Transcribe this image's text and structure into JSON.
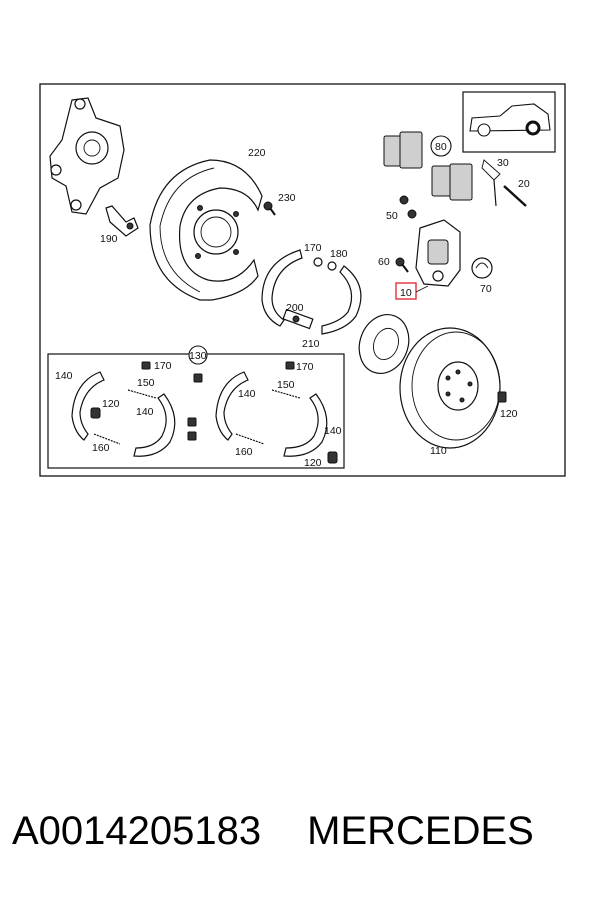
{
  "callouts": {
    "c10": "10",
    "c20": "20",
    "c30": "30",
    "c50": "50",
    "c60": "60",
    "c70": "70",
    "c80": "80",
    "c110": "110",
    "c120a": "120",
    "c120b": "120",
    "c120c": "120",
    "c130": "130",
    "c140a": "140",
    "c140b": "140",
    "c140c": "140",
    "c140d": "140",
    "c150a": "150",
    "c150b": "150",
    "c160a": "160",
    "c160b": "160",
    "c170a": "170",
    "c170b": "170",
    "c170c": "170",
    "c180": "180",
    "c190": "190",
    "c200": "200",
    "c210": "210",
    "c220": "220",
    "c230": "230"
  },
  "colors": {
    "highlight": "#e0303a",
    "line": "#111111"
  },
  "caption": {
    "part_number": "A0014205183",
    "brand": "MERCEDES"
  }
}
